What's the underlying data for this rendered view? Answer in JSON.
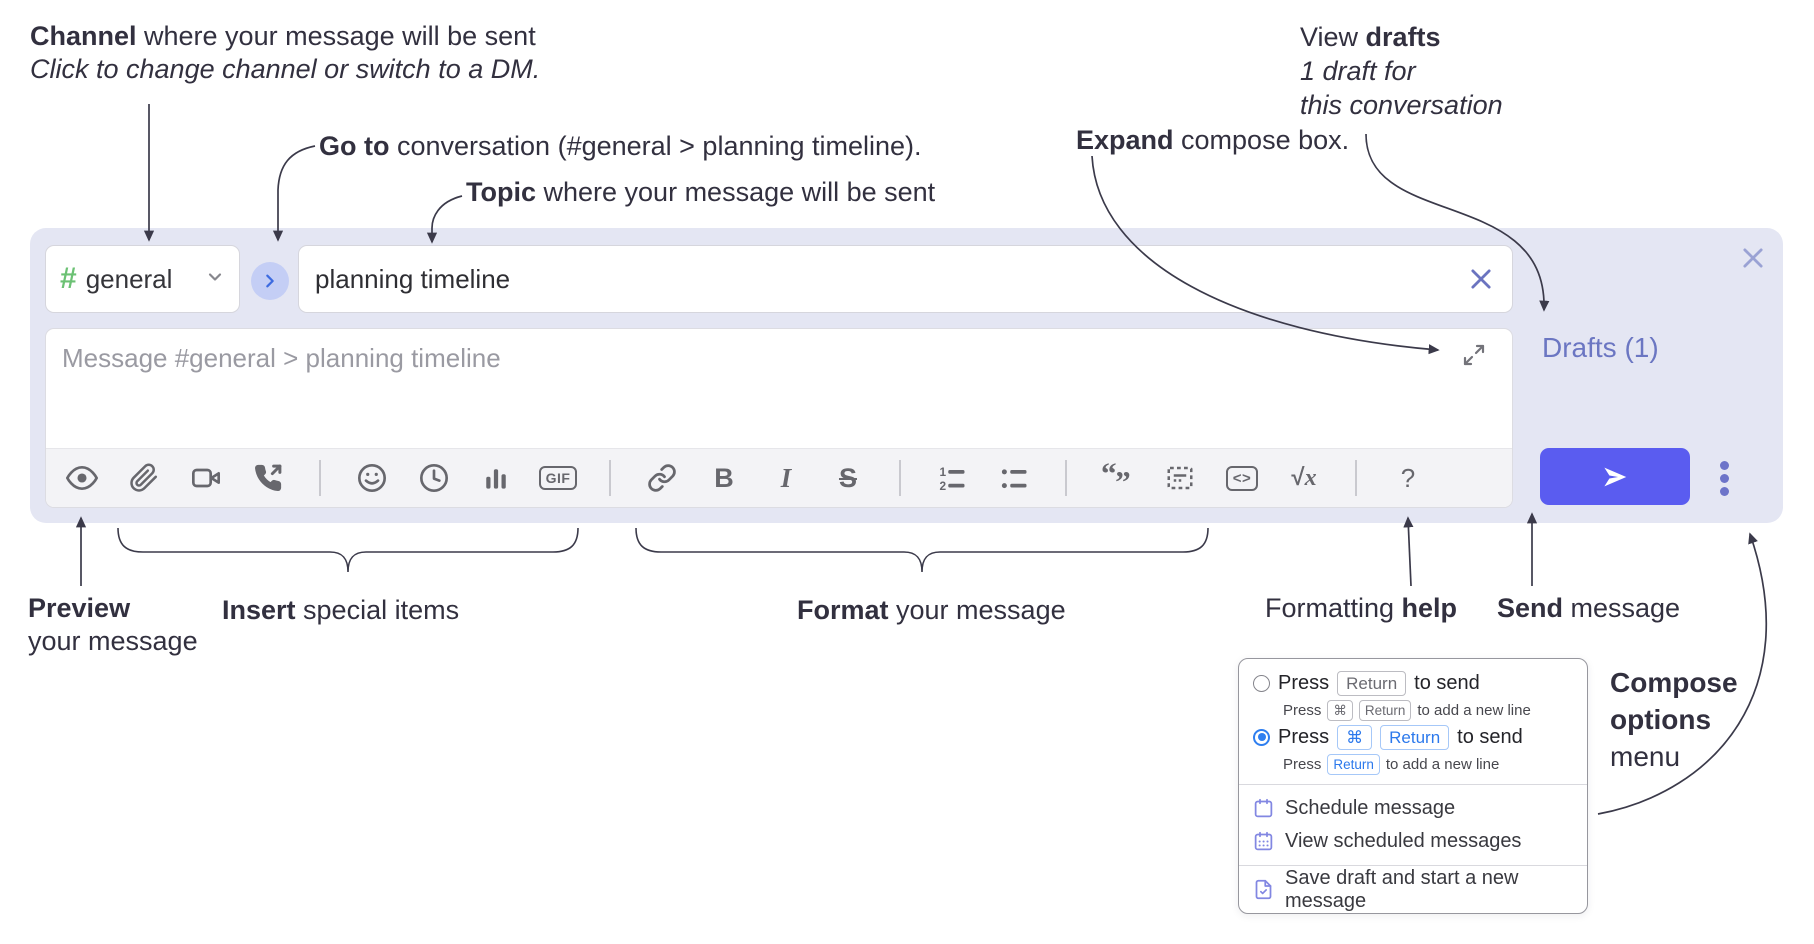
{
  "annotations": {
    "channel": {
      "bold": "Channel",
      "rest": " where your message will be sent",
      "line2": "Click to change channel or switch to a DM."
    },
    "goto": {
      "bold": "Go to",
      "rest": " conversation (#general > planning timeline)."
    },
    "topic": {
      "bold": "Topic",
      "rest": " where your message will be sent"
    },
    "expand": {
      "bold": "Expand",
      "rest": " compose box."
    },
    "drafts": {
      "pre": "View ",
      "bold": "drafts",
      "line2": "1 draft for",
      "line3": "this conversation"
    },
    "preview": {
      "bold": "Preview",
      "line2": "your message"
    },
    "insert": {
      "bold": "Insert",
      "rest": " special items"
    },
    "format": {
      "bold": "Format",
      "rest": " your message"
    },
    "help": {
      "pre": "Formatting ",
      "bold": "help"
    },
    "send": {
      "bold": "Send",
      "rest": " message"
    },
    "options": {
      "line1": "Compose",
      "line2": "options",
      "line3": "menu"
    }
  },
  "compose": {
    "channel_hash": "#",
    "channel_name": "general",
    "topic_value": "planning timeline",
    "message_placeholder": "Message #general > planning timeline",
    "drafts_label": "Drafts (1)",
    "toolbar": {
      "gif": "GIF",
      "bold": "B",
      "italic": "I",
      "strike": "S",
      "code": "<>",
      "math_root": "√",
      "math_var": "x",
      "help": "?",
      "quote_open": "“",
      "quote_close": "”",
      "ol1": "1",
      "ol2": "2"
    }
  },
  "options_menu": {
    "enter_sends": {
      "press": "Press",
      "key_return": "Return",
      "key_cmd": "⌘",
      "to_send": "to send",
      "to_newline": "to add a new line"
    },
    "items": [
      "Schedule message",
      "View scheduled messages",
      "Save draft and start a new message"
    ]
  },
  "colors": {
    "compose_bg": "#e4e6f3",
    "accent_purple": "#5a5cf0",
    "link_purple": "#6b76c2",
    "channel_green": "#6cc174",
    "radio_blue": "#2f7ff0",
    "icon_gray": "#67676d",
    "annotation_ink": "#32303f"
  }
}
